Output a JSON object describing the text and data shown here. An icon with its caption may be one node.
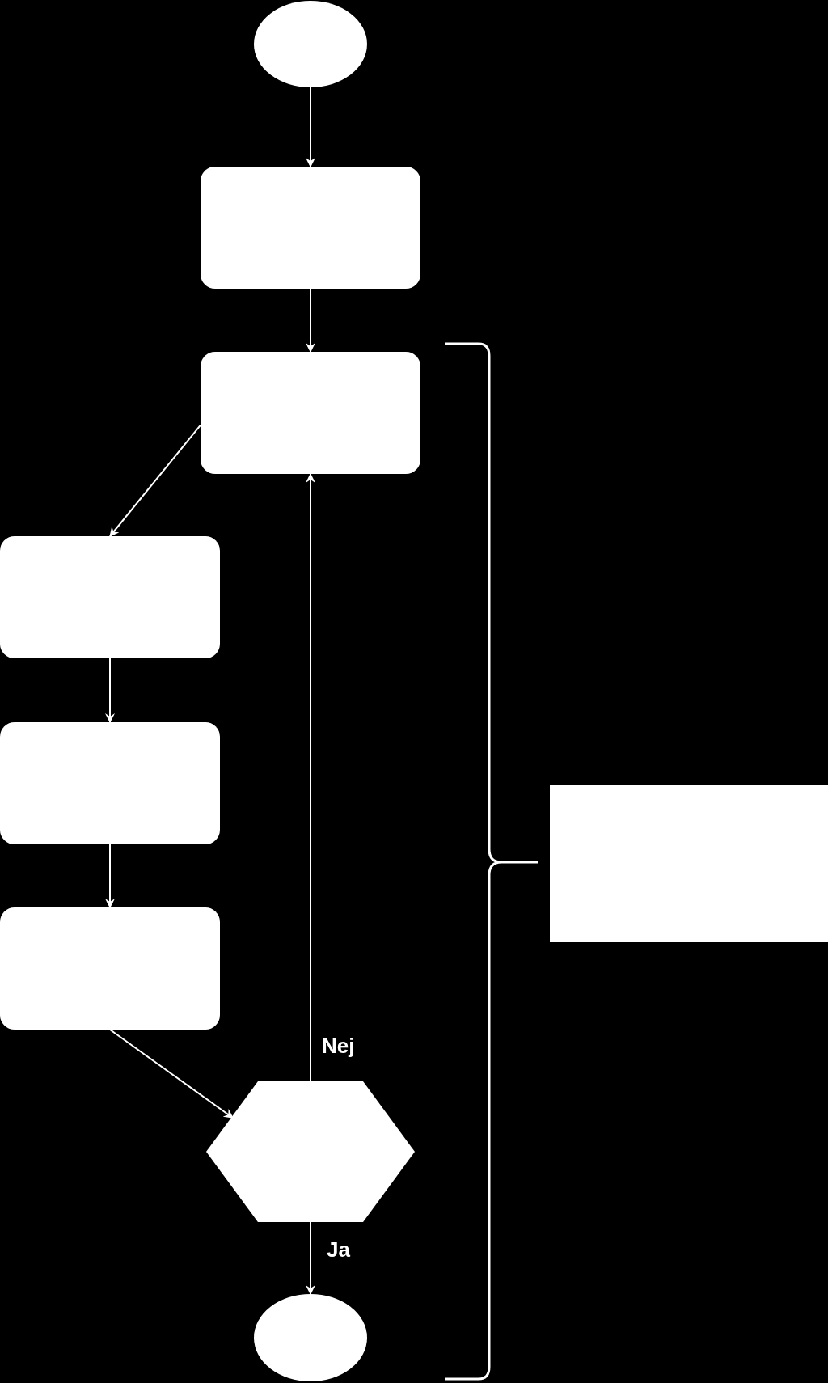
{
  "diagram": {
    "nodes": [
      {
        "text": [],
        "shape": "ellipse"
      },
      {
        "text": [],
        "shape": "box"
      },
      {
        "text": [],
        "shape": "box"
      },
      {
        "text": [],
        "shape": "box"
      },
      {
        "text": [],
        "shape": "box"
      },
      {
        "text": [],
        "shape": "box"
      },
      {
        "text": [],
        "shape": "hexagon"
      },
      {
        "text": [],
        "shape": "ellipse"
      },
      {
        "text": [],
        "shape": "box"
      }
    ],
    "edges": [
      {
        "from": 0,
        "to": 1,
        "arrow": "to"
      },
      {
        "from": 1,
        "to": 2,
        "arrow": "to"
      },
      {
        "from": 2,
        "to": 3,
        "arrow": "to"
      },
      {
        "from": 3,
        "to": 4,
        "arrow": "to"
      },
      {
        "from": 4,
        "to": 5,
        "arrow": "to"
      },
      {
        "from": 5,
        "to": 6,
        "arrow": "to"
      },
      {
        "from": 6,
        "to": 2,
        "arrow": "to",
        "label": "Nej"
      },
      {
        "from": 6,
        "to": 7,
        "arrow": "to",
        "label": "Ja"
      }
    ]
  }
}
